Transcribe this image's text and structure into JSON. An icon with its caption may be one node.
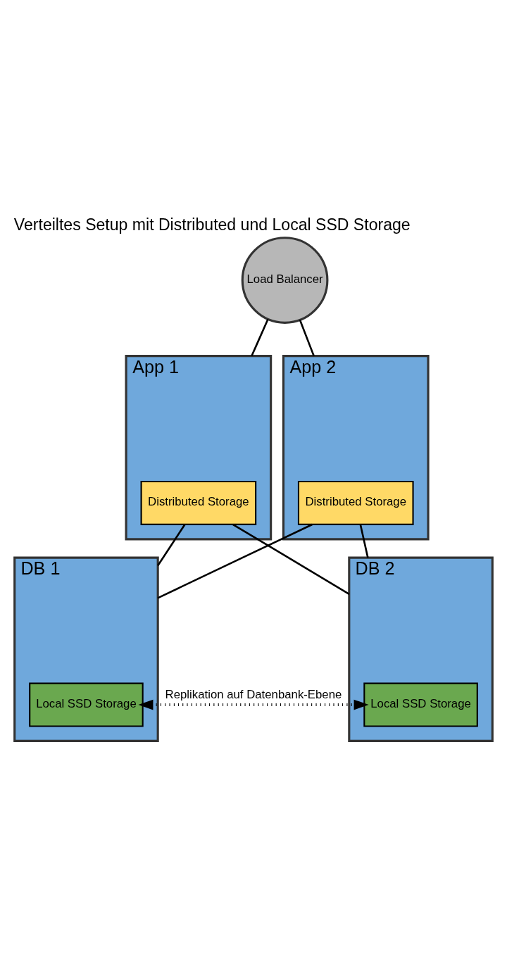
{
  "diagram": {
    "title": "Verteiltes Setup mit Distributed und Local SSD Storage",
    "nodes": [
      {
        "text": [
          "Load Balancer"
        ]
      },
      {
        "text": [
          "App 1"
        ]
      },
      {
        "text": [
          "Distributed Storage"
        ],
        "in": 1
      },
      {
        "text": [
          "App 2"
        ]
      },
      {
        "text": [
          "Distributed Storage"
        ],
        "in": 3
      },
      {
        "text": [
          "DB 1"
        ]
      },
      {
        "text": [
          "Local SSD Storage"
        ],
        "in": 5
      },
      {
        "text": [
          "DB 2"
        ]
      },
      {
        "text": [
          "Local SSD Storage"
        ],
        "in": 7
      }
    ],
    "edges": [
      {
        "from": 0,
        "to": 1,
        "arrow": "none"
      },
      {
        "from": 0,
        "to": 3,
        "arrow": "none"
      },
      {
        "from": 2,
        "to": 5,
        "arrow": "none"
      },
      {
        "from": 2,
        "to": 7,
        "arrow": "none"
      },
      {
        "from": 4,
        "to": 5,
        "arrow": "none"
      },
      {
        "from": 4,
        "to": 7,
        "arrow": "none"
      },
      {
        "from": 6,
        "to": 8,
        "arrow": "both",
        "style": "dashed",
        "label": "Replikation auf Datenbank-Ebene"
      }
    ]
  }
}
